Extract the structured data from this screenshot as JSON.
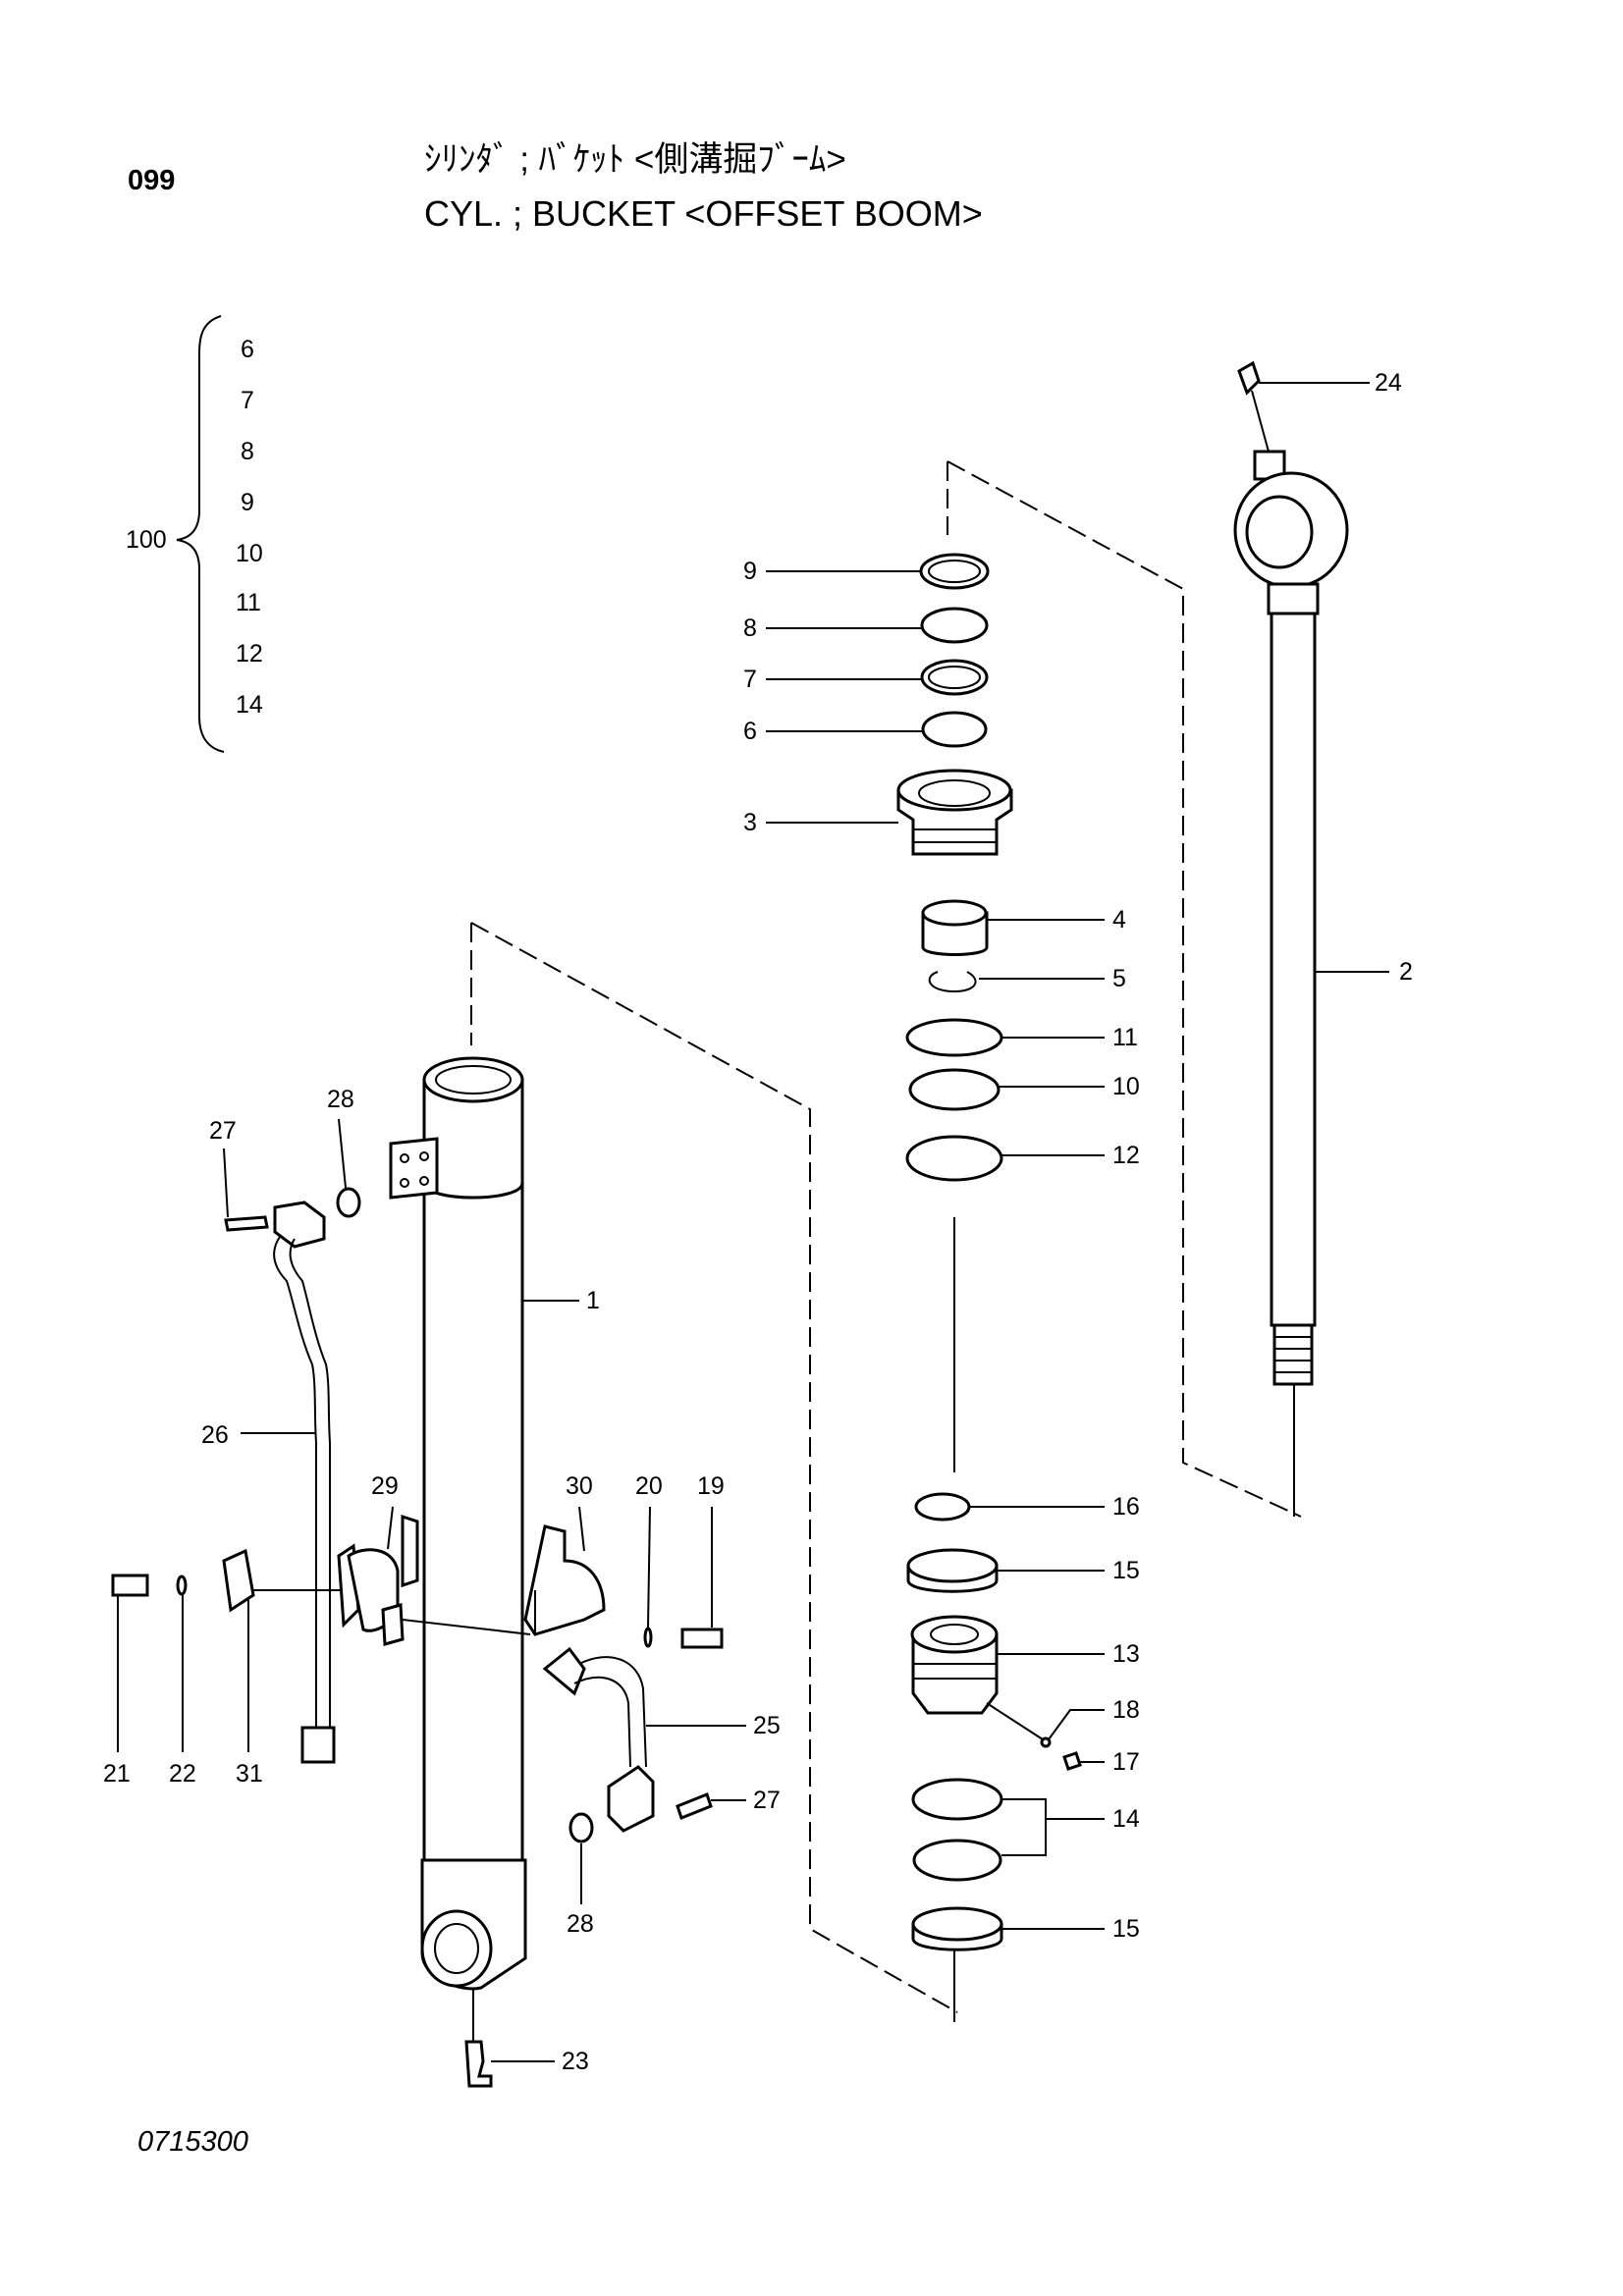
{
  "header": {
    "page_number": "099",
    "title_jp": "ｼﾘﾝﾀﾞ ; ﾊﾞｹｯﾄ <側溝掘ﾌﾞｰﾑ>",
    "title_en": "CYL. ; BUCKET <OFFSET BOOM>"
  },
  "kit": {
    "label": "100",
    "items": [
      "6",
      "7",
      "8",
      "9",
      "10",
      "11",
      "12",
      "14"
    ]
  },
  "callouts": {
    "c1": "1",
    "c2": "2",
    "c3": "3",
    "c4": "4",
    "c5": "5",
    "c6": "6",
    "c7": "7",
    "c8": "8",
    "c9": "9",
    "c10": "10",
    "c11": "11",
    "c12": "12",
    "c13": "13",
    "c14": "14",
    "c15a": "15",
    "c15b": "15",
    "c16": "16",
    "c17": "17",
    "c18": "18",
    "c19": "19",
    "c20": "20",
    "c21": "21",
    "c22": "22",
    "c23": "23",
    "c24": "24",
    "c25": "25",
    "c26": "26",
    "c27a": "27",
    "c27b": "27",
    "c28a": "28",
    "c28b": "28",
    "c29": "29",
    "c30": "30",
    "c31": "31"
  },
  "footer": {
    "drawing_number": "0715300"
  }
}
